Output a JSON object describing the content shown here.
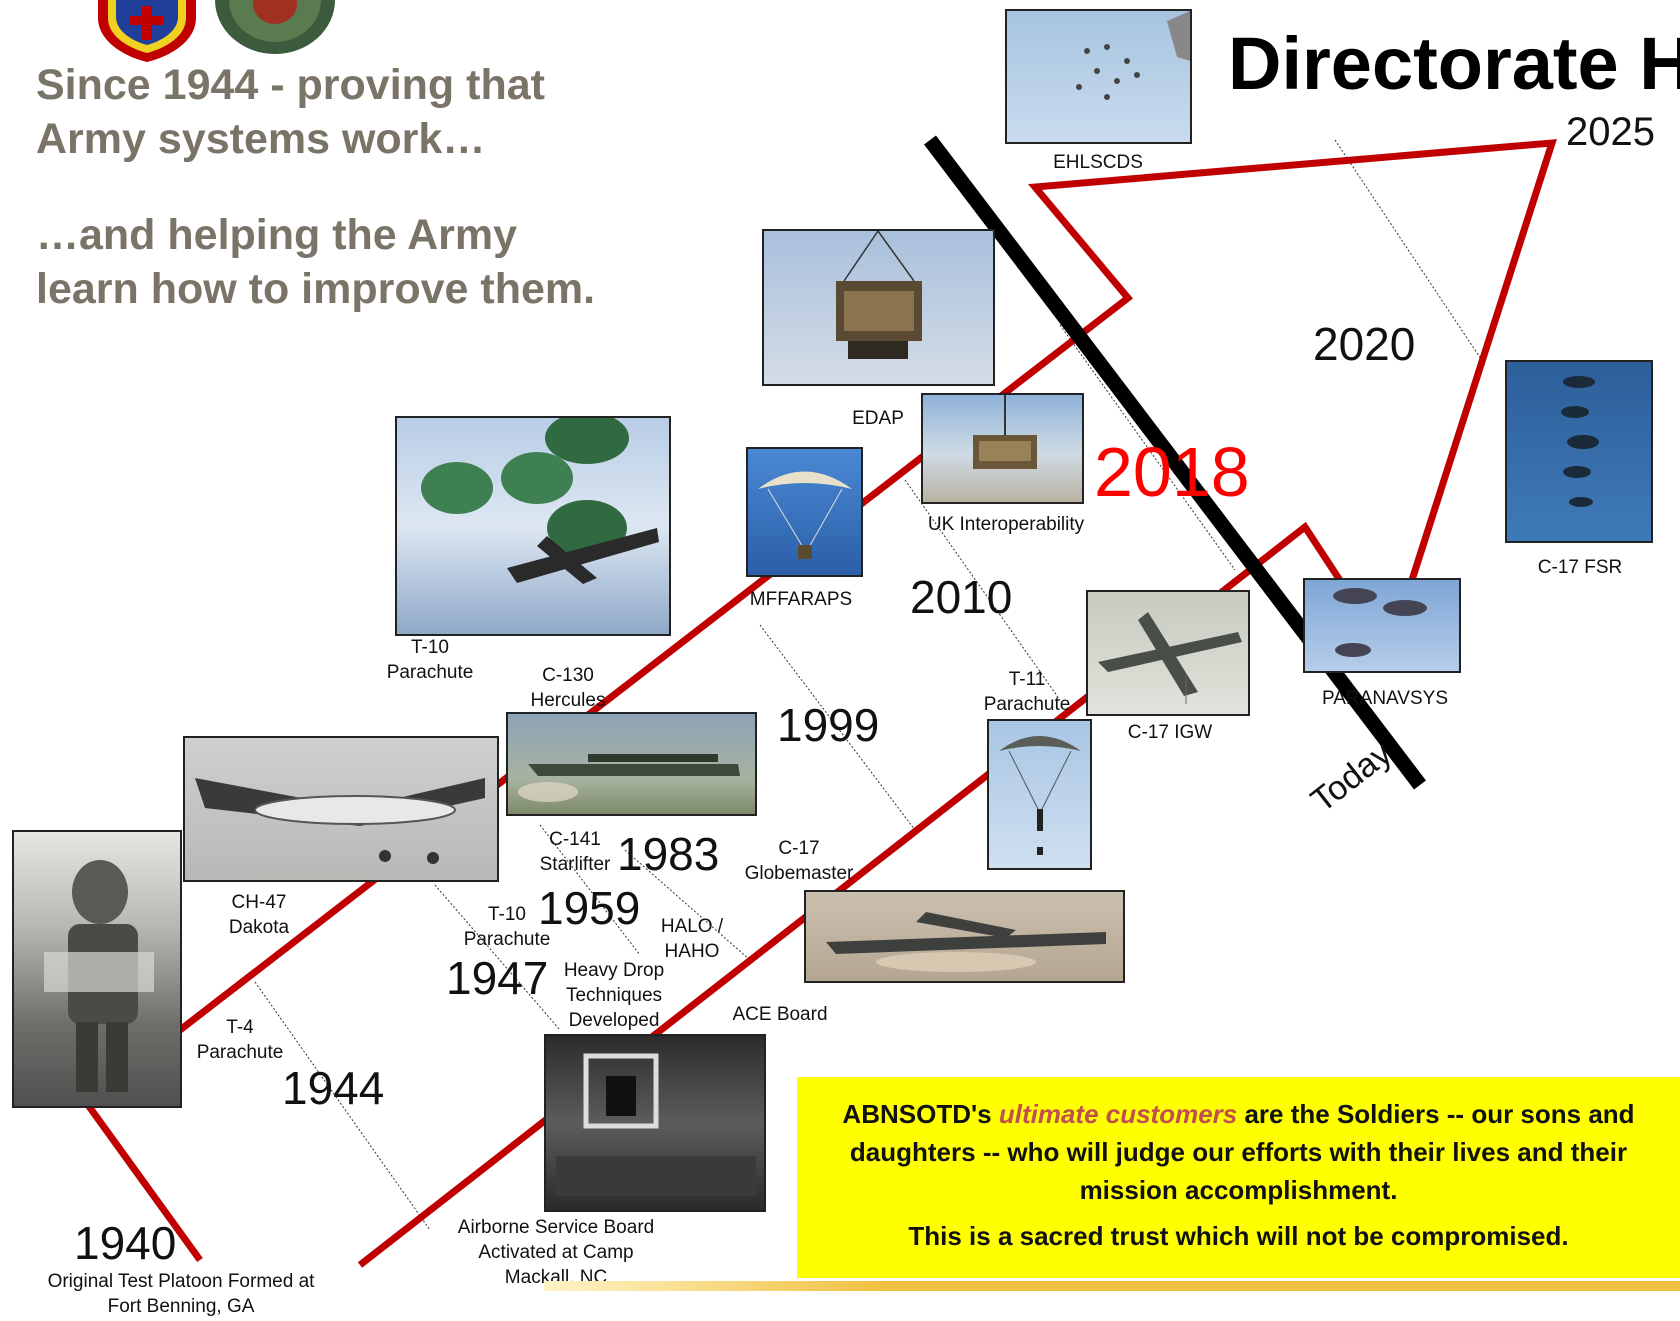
{
  "header": {
    "title": "Directorate H",
    "tagline_1": "Since 1944 - proving that\nArmy systems work…",
    "tagline_2": "…and helping the Army\nlearn how to improve them."
  },
  "years": {
    "y1940": "1940",
    "y1944": "1944",
    "y1947": "1947",
    "y1959": "1959",
    "y1983": "1983",
    "y1999": "1999",
    "y2010": "2010",
    "y2018": "2018",
    "y2020": "2020",
    "y2025": "2025",
    "today": "Today"
  },
  "labels": {
    "test_platoon": "Original Test Platoon Formed at\nFort Benning, GA",
    "service_board": "Airborne Service Board\nActivated at Camp\nMackall, NC",
    "t4": "T-4\nParachute",
    "ch47": "CH-47\nDakota",
    "t10_1959": "T-10\nParachute",
    "heavy_drop": "Heavy Drop\nTechniques\nDeveloped",
    "c141": "C-141\nStarlifter",
    "halo": "HALO /\nHAHO",
    "ace": "ACE Board",
    "c17_globe": "C-17\nGlobemaster",
    "t10_top": "T-10\nParachute",
    "c130": "C-130\nHercules",
    "mffaraps": "MFFARAPS",
    "edap": "EDAP",
    "uk": "UK Interoperability",
    "t11": "T-11\nParachute",
    "c17igw": "C-17 IGW",
    "paranavsys": "PARANAVSYS",
    "ehlscds": "EHLSCDS",
    "c17fsr": "C-17 FSR"
  },
  "callout": {
    "line1_a": "ABNSOTD's ",
    "line1_em": "ultimate customers",
    "line1_b": " are the Soldiers -- our sons and daughters -- who will judge our efforts with their lives and their mission accomplishment.",
    "line2": "This is a sacred trust which will not be compromised."
  },
  "colors": {
    "timeline_red": "#c00000",
    "today_line": "#000000",
    "callout_bg": "#ffff00",
    "callout_em": "#c0504d",
    "tagline": "#7a7468",
    "year_2018": "#ff0000",
    "footer_bar": "#f0c040"
  }
}
